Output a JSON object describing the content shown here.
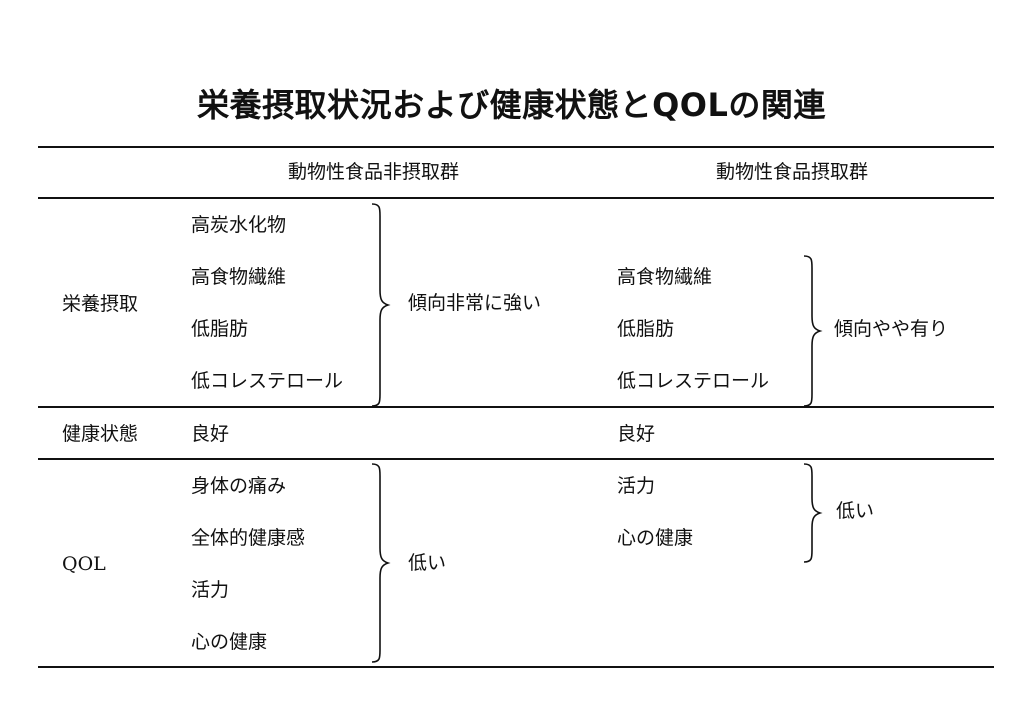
{
  "title": "栄養摂取状況および健康状態とQOLの関連",
  "columns": {
    "non_intake": "動物性食品非摂取群",
    "intake": "動物性食品摂取群"
  },
  "rows": {
    "nutrition": {
      "label": "栄養摂取",
      "non_intake_items": [
        "高炭水化物",
        "高食物繊維",
        "低脂肪",
        "低コレステロール"
      ],
      "non_intake_result": "傾向非常に強い",
      "intake_items": [
        "高食物繊維",
        "低脂肪",
        "低コレステロール"
      ],
      "intake_result": "傾向やや有り"
    },
    "health": {
      "label": "健康状態",
      "non_intake_value": "良好",
      "intake_value": "良好"
    },
    "qol": {
      "label": "QOL",
      "non_intake_items": [
        "身体の痛み",
        "全体的健康感",
        "活力",
        "心の健康"
      ],
      "non_intake_result": "低い",
      "intake_items": [
        "活力",
        "心の健康"
      ],
      "intake_result": "低い"
    }
  }
}
